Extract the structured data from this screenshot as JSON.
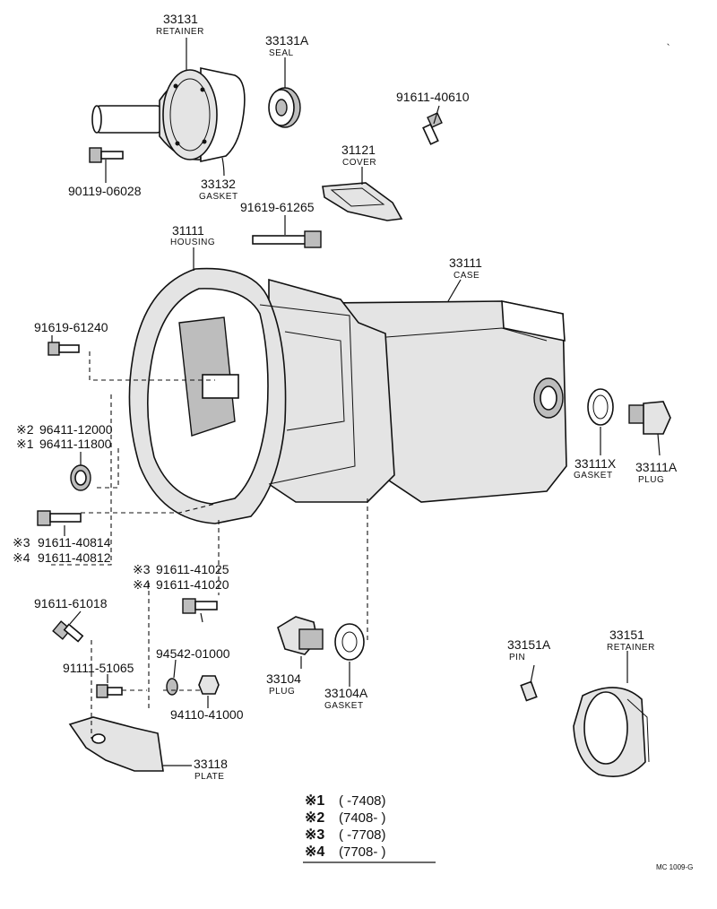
{
  "callouts": {
    "retainer_33131": {
      "part_no": "33131",
      "name": "RETAINER"
    },
    "seal_33131A": {
      "part_no": "33131A",
      "name": "SEAL"
    },
    "bolt_91611_40610": {
      "part_no": "91611-40610"
    },
    "bolt_90119_06028": {
      "part_no": "90119-06028"
    },
    "gasket_33132": {
      "part_no": "33132",
      "name": "GASKET"
    },
    "cover_31121": {
      "part_no": "31121",
      "name": "COVER"
    },
    "bolt_91619_61265": {
      "part_no": "91619-61265"
    },
    "housing_31111": {
      "part_no": "31111",
      "name": "HOUSING"
    },
    "case_33111": {
      "part_no": "33111",
      "name": "CASE"
    },
    "bolt_91619_61240": {
      "part_no": "91619-61240"
    },
    "seal_96411_12000": {
      "mark": "※2",
      "part_no": "96411-12000"
    },
    "seal_96411_11800": {
      "mark": "※1",
      "part_no": "96411-11800"
    },
    "gasket_33111X": {
      "part_no": "33111X",
      "name": "GASKET"
    },
    "plug_33111A": {
      "part_no": "33111A",
      "name": "PLUG"
    },
    "bolt_91611_40814": {
      "mark": "※3",
      "part_no": "91611-40814"
    },
    "bolt_91611_40812": {
      "mark": "※4",
      "part_no": "91611-40812"
    },
    "bolt_91611_41025": {
      "mark": "※3",
      "part_no": "91611-41025"
    },
    "bolt_91611_41020": {
      "mark": "※4",
      "part_no": "91611-41020"
    },
    "bolt_91611_61018": {
      "part_no": "91611-61018"
    },
    "washer_94542_01000": {
      "part_no": "94542-01000"
    },
    "bolt_91111_51065": {
      "part_no": "91111-51065"
    },
    "nut_94110_41000": {
      "part_no": "94110-41000"
    },
    "plug_33104": {
      "part_no": "33104",
      "name": "PLUG"
    },
    "gasket_33104A": {
      "part_no": "33104A",
      "name": "GASKET"
    },
    "pin_33151A": {
      "part_no": "33151A",
      "name": "PIN"
    },
    "retainer_33151": {
      "part_no": "33151",
      "name": "RETAINER"
    },
    "plate_33118": {
      "part_no": "33118",
      "name": "PLATE"
    }
  },
  "legend": [
    {
      "mark": "※1",
      "range": "(      -7408)"
    },
    {
      "mark": "※2",
      "range": "(7408-      )"
    },
    {
      "mark": "※3",
      "range": "(      -7708)"
    },
    {
      "mark": "※4",
      "range": "(7708-      )"
    }
  ],
  "corner_code": "MC  1009-G",
  "stray_mark": "、"
}
